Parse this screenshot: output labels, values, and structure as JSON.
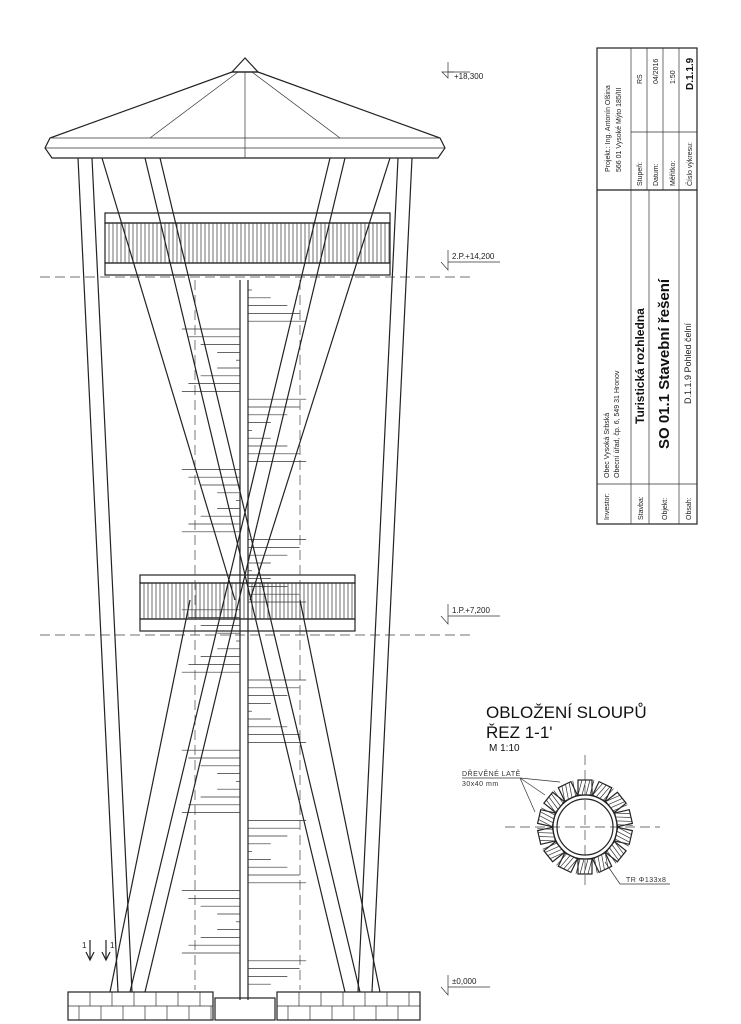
{
  "levels": [
    {
      "label": "+18,300"
    },
    {
      "label": "2.P.+14,200"
    },
    {
      "label": "1.P.+7,200"
    },
    {
      "label": "±0,000"
    }
  ],
  "section_marks": {
    "left": "1",
    "right": "1'"
  },
  "detail": {
    "title_line1": "OBLOŽENÍ SLOUPŮ",
    "title_line2": "ŘEZ 1-1'",
    "scale": "M 1:10",
    "note1_line1": "DŘEVĚNÉ LATĚ",
    "note1_line2": "30x40 mm",
    "note2": "TR Φ133x8"
  },
  "title_block": {
    "investor_label": "Investor:",
    "investor_line1": "Obec Vysoká Srbská",
    "investor_line2": "Obecní úřad, čp. 6, 549 31 Hronov",
    "stavba_label": "Stavba:",
    "stavba": "Turistická rozhledna",
    "objekt_label": "Objekt:",
    "objekt": "SO 01.1 Stavební řešení",
    "obsah_label": "Obsah:",
    "obsah": "D.1.1.9 Pohled čelní",
    "projekt_line1": "Projekt.: Ing. Antonín Olšina",
    "projekt_line2": "566 01 Vysoké Mýto 185/III",
    "stupen_label": "Stupeň:",
    "stupen": "RS",
    "datum_label": "Datum:",
    "datum": "04/2016",
    "meritko_label": "Měřítko:",
    "meritko": "1:50",
    "cislo_label": "Číslo výkresu:",
    "cislo": "D.1.1.9"
  }
}
